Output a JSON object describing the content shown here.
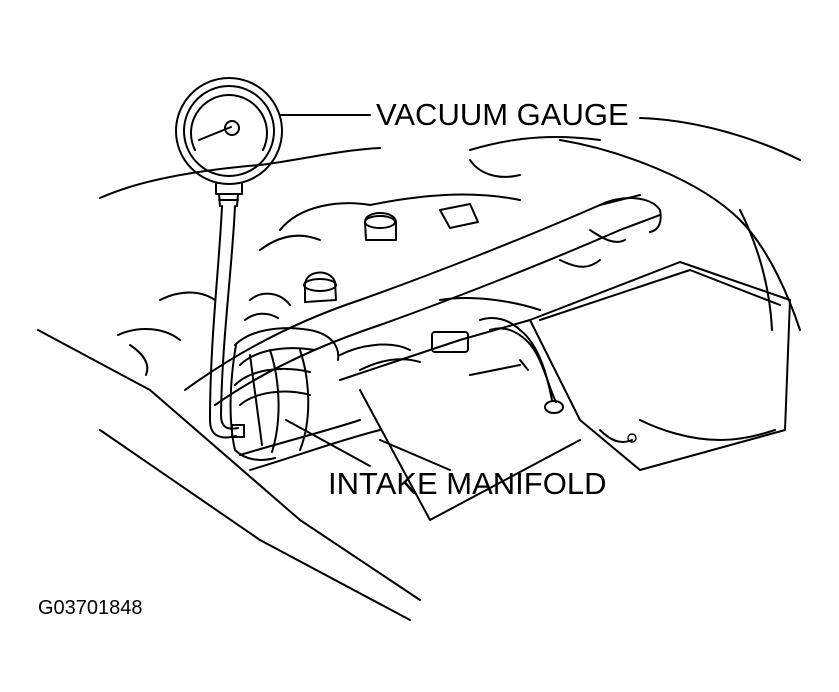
{
  "labels": {
    "vacuum_gauge": "VACUUM GAUGE",
    "intake_manifold": "INTAKE MANIFOLD",
    "figure_code": "G03701848"
  }
}
